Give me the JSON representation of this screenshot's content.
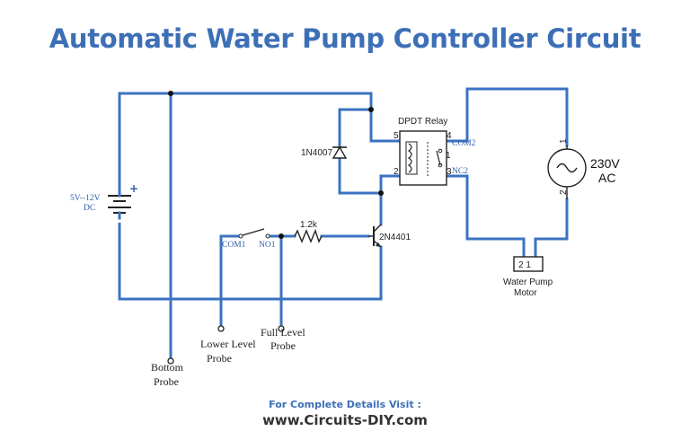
{
  "title": "Automatic Water Pump Controller Circuit",
  "labels": {
    "supply_voltage": "5V--12V",
    "supply_type": "DC",
    "battery_plus": "+",
    "diode": "1N4007",
    "relay": "DPDT Relay",
    "relay_pin5": "5",
    "relay_pin4": "4",
    "relay_pin2": "2",
    "relay_pin1": "1",
    "relay_pin3": "3",
    "com2": "COM2",
    "nc2": "NC2",
    "transistor": "2N4401",
    "resistor": "1.2k",
    "com1": "COM1",
    "no1": "NO1",
    "ac_voltage": "230V",
    "ac_type": "AC",
    "ac_pin1": "1",
    "ac_pin2": "2",
    "motor_pins": "2 1",
    "pump_line1": "Water Pump",
    "pump_line2": "Motor",
    "lower_probe_line1": "Lower Level",
    "lower_probe_line2": "Probe",
    "full_probe_line1": "Full Level",
    "full_probe_line2": "Probe",
    "bottom_probe_line1": "Bottom",
    "bottom_probe_line2": "Probe"
  },
  "footer": {
    "visit_text": "For Complete Details Visit :",
    "url": "www.Circuits-DIY.com"
  }
}
